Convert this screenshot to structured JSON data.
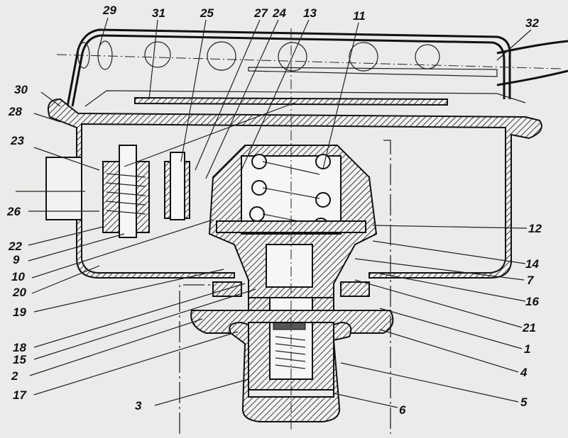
{
  "title": "Sectional drawing of regulator assembly",
  "labels": {
    "l29": "29",
    "l31": "31",
    "l25": "25",
    "l27": "27",
    "l24": "24",
    "l13": "13",
    "l11": "11",
    "l32": "32",
    "l30": "30",
    "l28": "28",
    "l23": "23",
    "l26": "26",
    "l22": "22",
    "l9": "9",
    "l10": "10",
    "l20": "20",
    "l19": "19",
    "l18": "18",
    "l15": "15",
    "l2": "2",
    "l17": "17",
    "l3": "3",
    "l6": "6",
    "l5": "5",
    "l4": "4",
    "l1": "1",
    "l21": "21",
    "l16": "16",
    "l7": "7",
    "l14": "14",
    "l12": "12"
  }
}
